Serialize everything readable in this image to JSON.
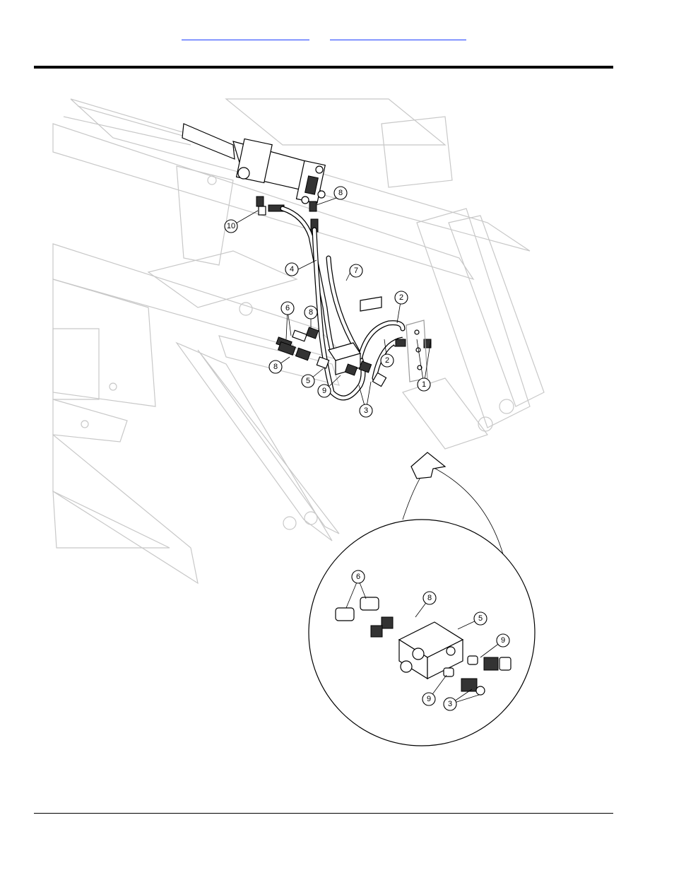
{
  "header": {
    "link_left": "",
    "link_right": ""
  },
  "callouts": [
    "1",
    "2",
    "2",
    "3",
    "4",
    "5",
    "6",
    "7",
    "8",
    "8",
    "8",
    "9",
    "10",
    "6",
    "8",
    "5",
    "9",
    "9",
    "3"
  ],
  "colors": {
    "link": "#1a3cff",
    "rule": "#000000",
    "frame": "#c8c8c8"
  }
}
